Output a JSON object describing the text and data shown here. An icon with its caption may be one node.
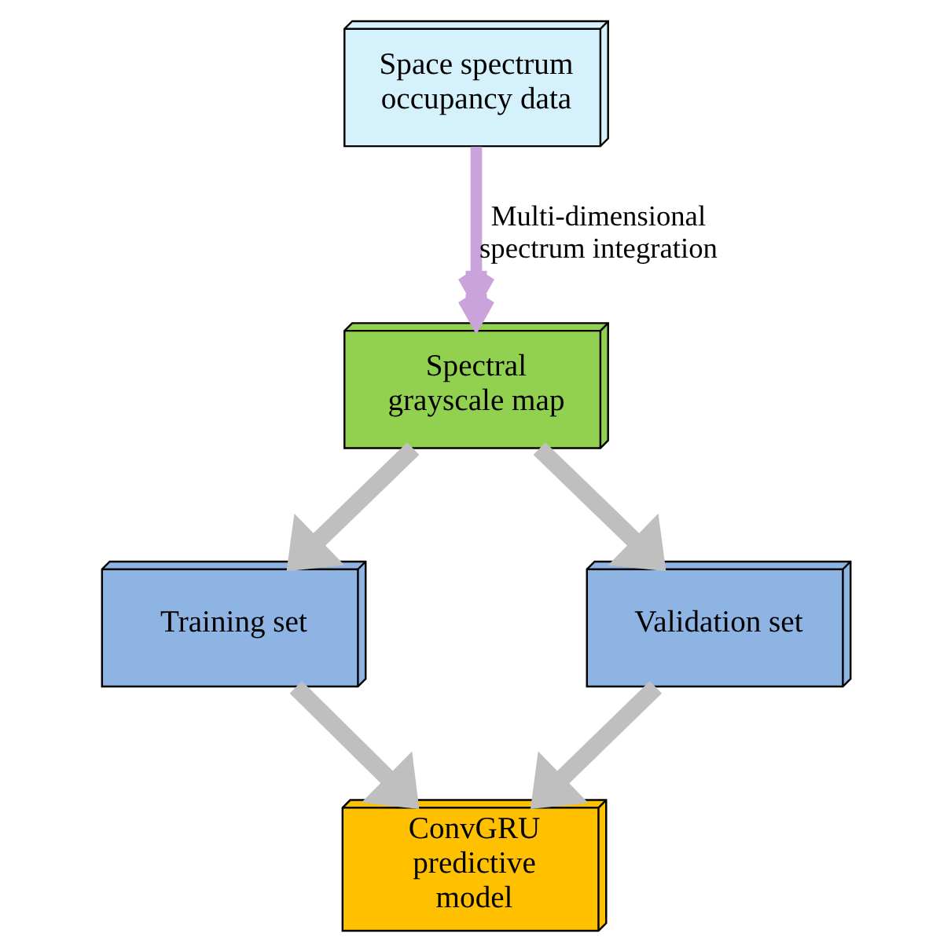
{
  "diagram": {
    "nodes": [
      {
        "text": [
          "Space spectrum occupancy data"
        ]
      },
      {
        "text": [
          "Spectral grayscale map"
        ]
      },
      {
        "text": [
          "Training set"
        ]
      },
      {
        "text": [
          "Validation set"
        ]
      },
      {
        "text": [
          "ConvGRU predictive model"
        ]
      }
    ],
    "edges": [
      {
        "from": 0,
        "to": 1,
        "arrow": "to",
        "label": "Multi-dimensional spectrum integration",
        "color": "#c9a3d9"
      },
      {
        "from": 1,
        "to": 2,
        "arrow": "to"
      },
      {
        "from": 1,
        "to": 3,
        "arrow": "to"
      },
      {
        "from": 2,
        "to": 4,
        "arrow": "to"
      },
      {
        "from": 3,
        "to": 4,
        "arrow": "to"
      }
    ]
  }
}
